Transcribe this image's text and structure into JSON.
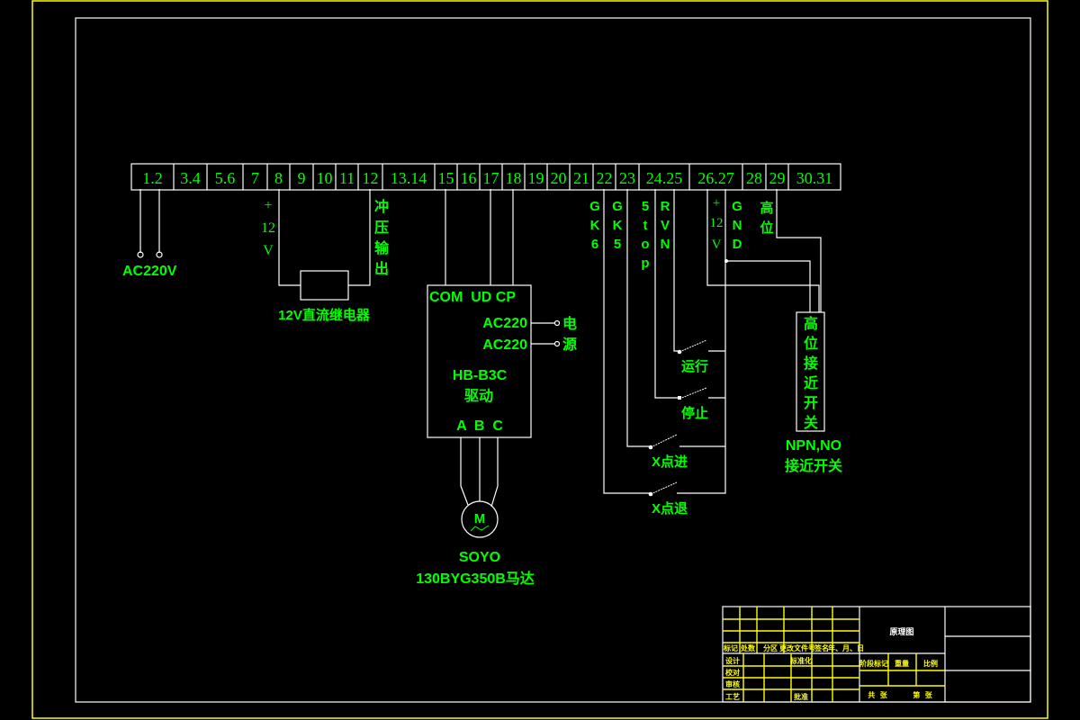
{
  "drawing": {
    "terminals": [
      "1.2",
      "3.4",
      "5.6",
      "7",
      "8",
      "9",
      "10",
      "11",
      "12",
      "13.14",
      "15",
      "16",
      "17",
      "18",
      "19",
      "20",
      "21",
      "22",
      "23",
      "24.25",
      "26.27",
      "28",
      "29",
      "30.31"
    ],
    "power_input": {
      "label": "AC220V"
    },
    "relay": {
      "plus": "+",
      "voltage": "12",
      "unit": "V",
      "label": "12V直流继电器"
    },
    "punch_output": {
      "chars": [
        "冲",
        "压",
        "输",
        "出"
      ]
    },
    "driver": {
      "pins_top": "COM  UD CP",
      "ac1": "AC220",
      "ac2": "AC220",
      "power_chars": [
        "电",
        "源"
      ],
      "model": "HB-B3C",
      "name": "驱动",
      "pins_bottom": "A  B  C"
    },
    "motor": {
      "symbol": "M",
      "brand": "SOYO",
      "model": "130BYG350B马达"
    },
    "signal_labels": {
      "gk6": [
        "G",
        "K",
        "6"
      ],
      "gk5": [
        "G",
        "K",
        "5"
      ],
      "stop": [
        "5",
        "t",
        "o",
        "p"
      ],
      "rvn": [
        "R",
        "V",
        "N"
      ],
      "plus12v": [
        "+",
        "12",
        "V"
      ],
      "gnd": [
        "G",
        "N",
        "D"
      ],
      "high_pos": [
        "高",
        "位"
      ]
    },
    "switches": {
      "run": "运行",
      "stop": "停止",
      "x_forward": "X点进",
      "x_back": "X点退"
    },
    "proximity_switch": {
      "chars": [
        "高",
        "位",
        "接",
        "近",
        "开",
        "关"
      ],
      "type": "NPN,NO",
      "name": "接近开关"
    }
  },
  "title_block": {
    "header_row": [
      "标记",
      "处数",
      "分区",
      "更改文件号",
      "签名",
      "年、月、日"
    ],
    "rows": [
      "设计",
      "校对",
      "审核",
      "工艺"
    ],
    "standardization": "标准化",
    "approve": "批准",
    "drawing_name": "原理图",
    "stage_labels": [
      "阶段标记",
      "重量",
      "比例"
    ],
    "sheet_labels": [
      "共  张",
      "第  张"
    ]
  }
}
